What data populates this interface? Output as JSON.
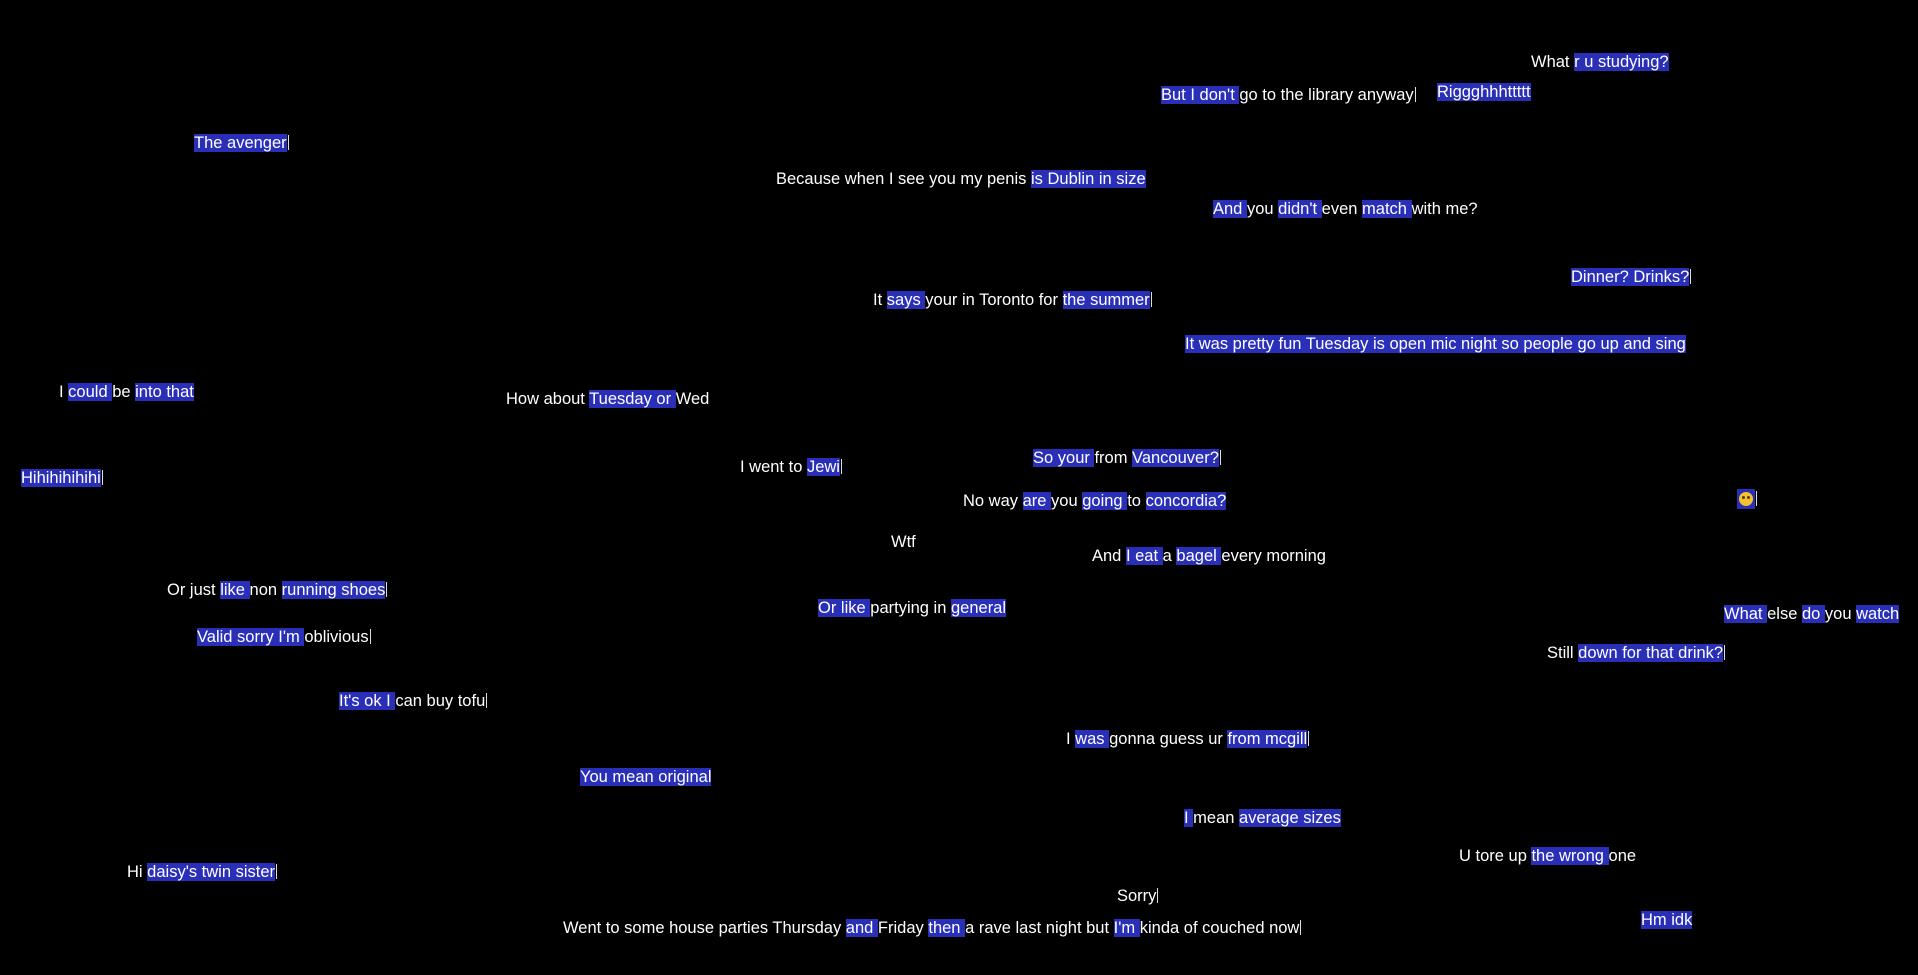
{
  "messages": [
    {
      "id": "what-r-u-studying",
      "segments": [
        {
          "t": "What ",
          "h": false
        },
        {
          "t": "r u studying? ",
          "h": true
        }
      ],
      "caret": false
    },
    {
      "id": "but-i-dont-go-to-the-library",
      "segments": [
        {
          "t": "But I don't ",
          "h": true
        },
        {
          "t": "go to the library anyway",
          "h": false
        }
      ],
      "caret": true
    },
    {
      "id": "riggghhhttttt",
      "segments": [
        {
          "t": "Riggghhhttttt ",
          "h": true
        }
      ],
      "caret": false
    },
    {
      "id": "the-avenger",
      "segments": [
        {
          "t": "The avenger",
          "h": true
        }
      ],
      "caret": true
    },
    {
      "id": "because-when-i-see-you",
      "segments": [
        {
          "t": "Because when I see you my penis ",
          "h": false
        },
        {
          "t": "is Dublin in size ",
          "h": true
        }
      ],
      "caret": false
    },
    {
      "id": "and-you-didnt-even-match",
      "segments": [
        {
          "t": "And ",
          "h": true
        },
        {
          "t": "you ",
          "h": false
        },
        {
          "t": "didn't ",
          "h": true
        },
        {
          "t": "even ",
          "h": false
        },
        {
          "t": "match ",
          "h": true
        },
        {
          "t": "with me?",
          "h": false
        }
      ],
      "caret": false
    },
    {
      "id": "dinner-drinks",
      "segments": [
        {
          "t": "Dinner? Drinks?",
          "h": true
        }
      ],
      "caret": true
    },
    {
      "id": "it-says-your-in-toronto",
      "segments": [
        {
          "t": "It ",
          "h": false
        },
        {
          "t": "says ",
          "h": true
        },
        {
          "t": "your in Toronto for ",
          "h": false
        },
        {
          "t": "the summer",
          "h": true
        }
      ],
      "caret": true
    },
    {
      "id": "it-was-pretty-fun-tuesday",
      "segments": [
        {
          "t": "It was pretty fun Tuesday is open mic night so people go up and sing ",
          "h": true
        }
      ],
      "caret": false
    },
    {
      "id": "i-could-be-into-that",
      "segments": [
        {
          "t": "I ",
          "h": false
        },
        {
          "t": "could ",
          "h": true
        },
        {
          "t": "be ",
          "h": false
        },
        {
          "t": "into that ",
          "h": true
        }
      ],
      "caret": false
    },
    {
      "id": "how-about-tuesday-or-wed",
      "segments": [
        {
          "t": "How about ",
          "h": false
        },
        {
          "t": "Tuesday or ",
          "h": true
        },
        {
          "t": "Wed",
          "h": false
        }
      ],
      "caret": false
    },
    {
      "id": "hihihihihihi",
      "segments": [
        {
          "t": "Hihihihihihi",
          "h": true
        }
      ],
      "caret": true
    },
    {
      "id": "i-went-to-jewi",
      "segments": [
        {
          "t": "I went to ",
          "h": false
        },
        {
          "t": "Jewi",
          "h": true
        }
      ],
      "caret": true
    },
    {
      "id": "so-your-from-vancouver",
      "segments": [
        {
          "t": "So your ",
          "h": true
        },
        {
          "t": "from ",
          "h": false
        },
        {
          "t": "Vancouver?",
          "h": true
        }
      ],
      "caret": true
    },
    {
      "id": "no-way-are-you-going-to-concordia",
      "segments": [
        {
          "t": "No way ",
          "h": false
        },
        {
          "t": "are ",
          "h": true
        },
        {
          "t": "you ",
          "h": false
        },
        {
          "t": "going ",
          "h": true
        },
        {
          "t": "to ",
          "h": false
        },
        {
          "t": "concordia? ",
          "h": true
        }
      ],
      "caret": false
    },
    {
      "id": "emoji-message",
      "segments": [],
      "emoji": "grinning-face-emoji",
      "caret": true
    },
    {
      "id": "wtf",
      "segments": [
        {
          "t": "Wtf",
          "h": false
        }
      ],
      "caret": false
    },
    {
      "id": "and-i-eat-a-bagel",
      "segments": [
        {
          "t": "And ",
          "h": false
        },
        {
          "t": "I eat ",
          "h": true
        },
        {
          "t": "a ",
          "h": false
        },
        {
          "t": "bagel ",
          "h": true
        },
        {
          "t": "every morning",
          "h": false
        }
      ],
      "caret": false
    },
    {
      "id": "or-just-like-non-running-shoes",
      "segments": [
        {
          "t": "Or just ",
          "h": false
        },
        {
          "t": "like ",
          "h": true
        },
        {
          "t": "non ",
          "h": false
        },
        {
          "t": "running shoes",
          "h": true
        }
      ],
      "caret": true
    },
    {
      "id": "or-like-partying-in-general",
      "segments": [
        {
          "t": "Or like ",
          "h": true
        },
        {
          "t": "partying in ",
          "h": false
        },
        {
          "t": "general ",
          "h": true
        }
      ],
      "caret": false
    },
    {
      "id": "what-else-do-you-watch",
      "segments": [
        {
          "t": "What ",
          "h": true
        },
        {
          "t": "else ",
          "h": false
        },
        {
          "t": "do ",
          "h": true
        },
        {
          "t": "you ",
          "h": false
        },
        {
          "t": "watch ",
          "h": true
        }
      ],
      "caret": false
    },
    {
      "id": "valid-sorry-im-oblivious",
      "segments": [
        {
          "t": "Valid sorry I'm ",
          "h": true
        },
        {
          "t": "oblivious",
          "h": false
        }
      ],
      "caret": true
    },
    {
      "id": "still-down-for-that-drink",
      "segments": [
        {
          "t": "Still ",
          "h": false
        },
        {
          "t": "down for that drink?",
          "h": true
        }
      ],
      "caret": true
    },
    {
      "id": "its-ok-i-can-buy-tofu",
      "segments": [
        {
          "t": "It's ok I ",
          "h": true
        },
        {
          "t": "can buy tofu",
          "h": false
        }
      ],
      "caret": true
    },
    {
      "id": "i-was-gonna-guess-ur-from-mcgill",
      "segments": [
        {
          "t": "I ",
          "h": false
        },
        {
          "t": "was ",
          "h": true
        },
        {
          "t": "gonna guess ur ",
          "h": false
        },
        {
          "t": "from mcgill",
          "h": true
        }
      ],
      "caret": true
    },
    {
      "id": "you-mean-original",
      "segments": [
        {
          "t": "You mean original ",
          "h": true
        }
      ],
      "caret": false
    },
    {
      "id": "i-mean-average-sizes",
      "segments": [
        {
          "t": "I ",
          "h": true
        },
        {
          "t": "mean ",
          "h": false
        },
        {
          "t": "average sizes ",
          "h": true
        }
      ],
      "caret": false
    },
    {
      "id": "u-tore-up-the-wrong-one",
      "segments": [
        {
          "t": "U tore up ",
          "h": false
        },
        {
          "t": "the wrong ",
          "h": true
        },
        {
          "t": "one",
          "h": false
        }
      ],
      "caret": false
    },
    {
      "id": "hi-daisys-twin-sister",
      "segments": [
        {
          "t": "Hi ",
          "h": false
        },
        {
          "t": "daisy's twin sister",
          "h": true
        }
      ],
      "caret": true
    },
    {
      "id": "sorry",
      "segments": [
        {
          "t": "Sorry",
          "h": false
        }
      ],
      "caret": true
    },
    {
      "id": "went-to-some-house-parties",
      "segments": [
        {
          "t": "Went to some house parties Thursday ",
          "h": false
        },
        {
          "t": "and ",
          "h": true
        },
        {
          "t": "Friday ",
          "h": false
        },
        {
          "t": "then ",
          "h": true
        },
        {
          "t": "a rave last night but ",
          "h": false
        },
        {
          "t": "I'm ",
          "h": true
        },
        {
          "t": "kinda of couched now",
          "h": false
        }
      ],
      "caret": true
    },
    {
      "id": "hm-idk",
      "segments": [
        {
          "t": "Hm idk ",
          "h": true
        }
      ],
      "caret": false
    }
  ],
  "colors": {
    "background": "#000000",
    "text": "#ffffff",
    "highlight": "#2a2fb8"
  }
}
